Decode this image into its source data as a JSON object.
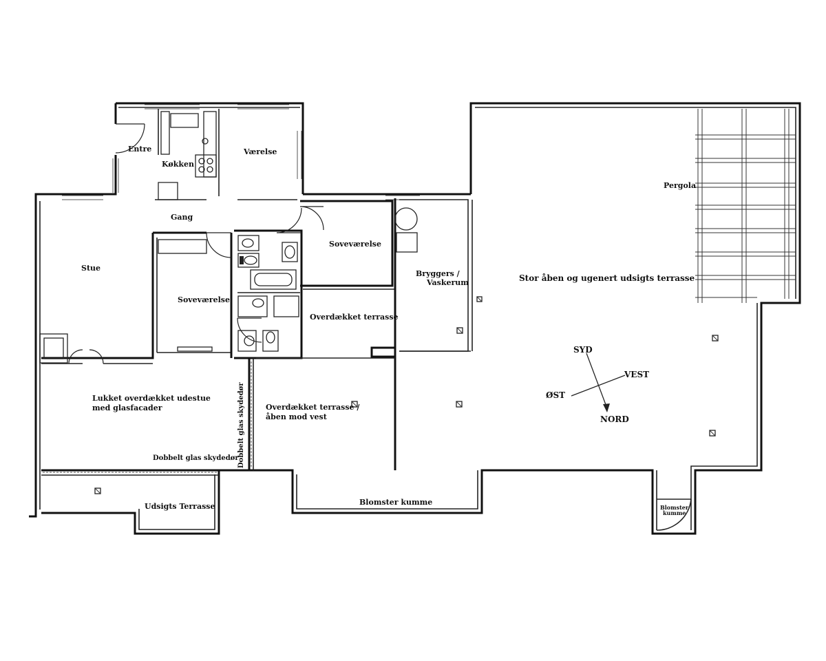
{
  "rooms": {
    "entre": "Entre",
    "kokken": "Køkken",
    "vaerelse": "Værelse",
    "gang": "Gang",
    "stue": "Stue",
    "sovevaerelse1": "Soveværelse",
    "sovevaerelse2": "Soveværelse",
    "bryggers1": "Bryggers /",
    "bryggers2": "Vaskerum",
    "overdaekket_terrasse": "Overdækket terrasse",
    "lukket1": "Lukket overdækket udestue",
    "lukket2": "med glasfacader",
    "dobbelt_glas_h": "Dobbelt glas skydedør",
    "dobbelt_glas_v": "Dobbelt glas skydedør",
    "overdaekket_vest1": "Overdækket terrasse /",
    "overdaekket_vest2": "åben mod vest",
    "udsigts_terrasse": "Udsigts Terrasse",
    "blomster_kumme": "Blomster kumme",
    "blomster_kumme_small1": "Blomster",
    "blomster_kumme_small2": "kumme",
    "pergola": "Pergola",
    "stor_terrasse": "Stor åben og ugenert udsigts terrasse"
  },
  "compass": {
    "syd": "SYD",
    "vest": "VEST",
    "ost": "ØST",
    "nord": "NORD"
  }
}
